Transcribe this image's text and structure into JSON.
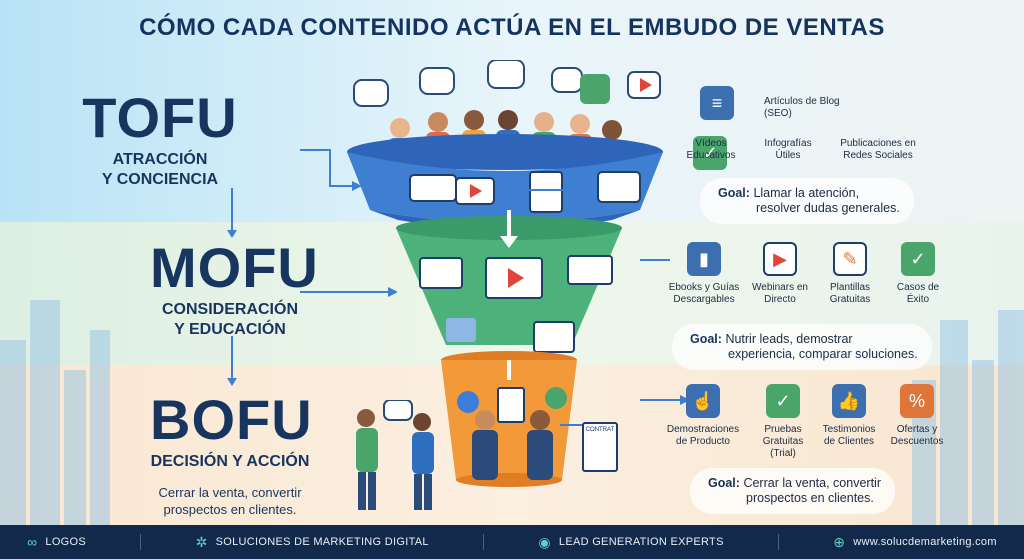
{
  "title": "CÓMO CADA CONTENIDO ACTÚA EN EL EMBUDO DE VENTAS",
  "tofu": {
    "name": "TOFU",
    "subtitle_1": "ATRACCIÓN",
    "subtitle_2": "Y CONCIENCIA",
    "items": [
      {
        "label": "Artículos de Blog (SEO)",
        "icon": "blog-icon"
      },
      {
        "label": "Vídeos Educativos",
        "icon": "video-icon"
      },
      {
        "label": "Infografías Útiles",
        "icon": "infographic-icon"
      },
      {
        "label": "Publicaciones en Redes Sociales",
        "icon": "social-icon"
      }
    ],
    "goal_label": "Goal:",
    "goal_text_1": "Llamar la atención,",
    "goal_text_2": "resolver dudas generales."
  },
  "mofu": {
    "name": "MOFU",
    "subtitle_1": "CONSIDERACIÓN",
    "subtitle_2": "Y EDUCACIÓN",
    "items": [
      {
        "label": "Ebooks y Guías Descargables",
        "icon": "ebook-icon"
      },
      {
        "label": "Webinars en Directo",
        "icon": "webinar-icon"
      },
      {
        "label": "Plantillas Gratuitas",
        "icon": "template-icon"
      },
      {
        "label": "Casos de Éxito",
        "icon": "success-case-icon"
      }
    ],
    "goal_label": "Goal:",
    "goal_text_1": "Nutrir leads, demostrar",
    "goal_text_2": "experiencia, comparar soluciones."
  },
  "bofu": {
    "name": "BOFU",
    "subtitle_1": "DECISIÓN Y ACCIÓN",
    "description_1": "Cerrar la venta, convertir",
    "description_2": "prospectos en clientes.",
    "items": [
      {
        "label": "Demostraciones de Producto",
        "icon": "demo-icon"
      },
      {
        "label": "Pruebas Gratuitas (Trial)",
        "icon": "trial-icon"
      },
      {
        "label": "Testimonios de Clientes",
        "icon": "testimonial-icon"
      },
      {
        "label": "Ofertas y Descuentos",
        "icon": "discount-icon"
      }
    ],
    "goal_label": "Goal:",
    "goal_text_1": "Cerrar la venta, convertir",
    "goal_text_2": "prospectos en clientes."
  },
  "contract_label": "CONTRAT",
  "footer": {
    "logos": "LOGOS",
    "marketing": "SOLUCIONES DE MARKETING DIGITAL",
    "leadgen": "LEAD GENERATION EXPERTS",
    "website": "www.solucdemarketing.com"
  },
  "colors": {
    "navy": "#16325c",
    "funnel_top": "#3f7fd1",
    "funnel_mid": "#4db27a",
    "funnel_bot": "#f29a3a",
    "footer_bg": "#13294b"
  }
}
